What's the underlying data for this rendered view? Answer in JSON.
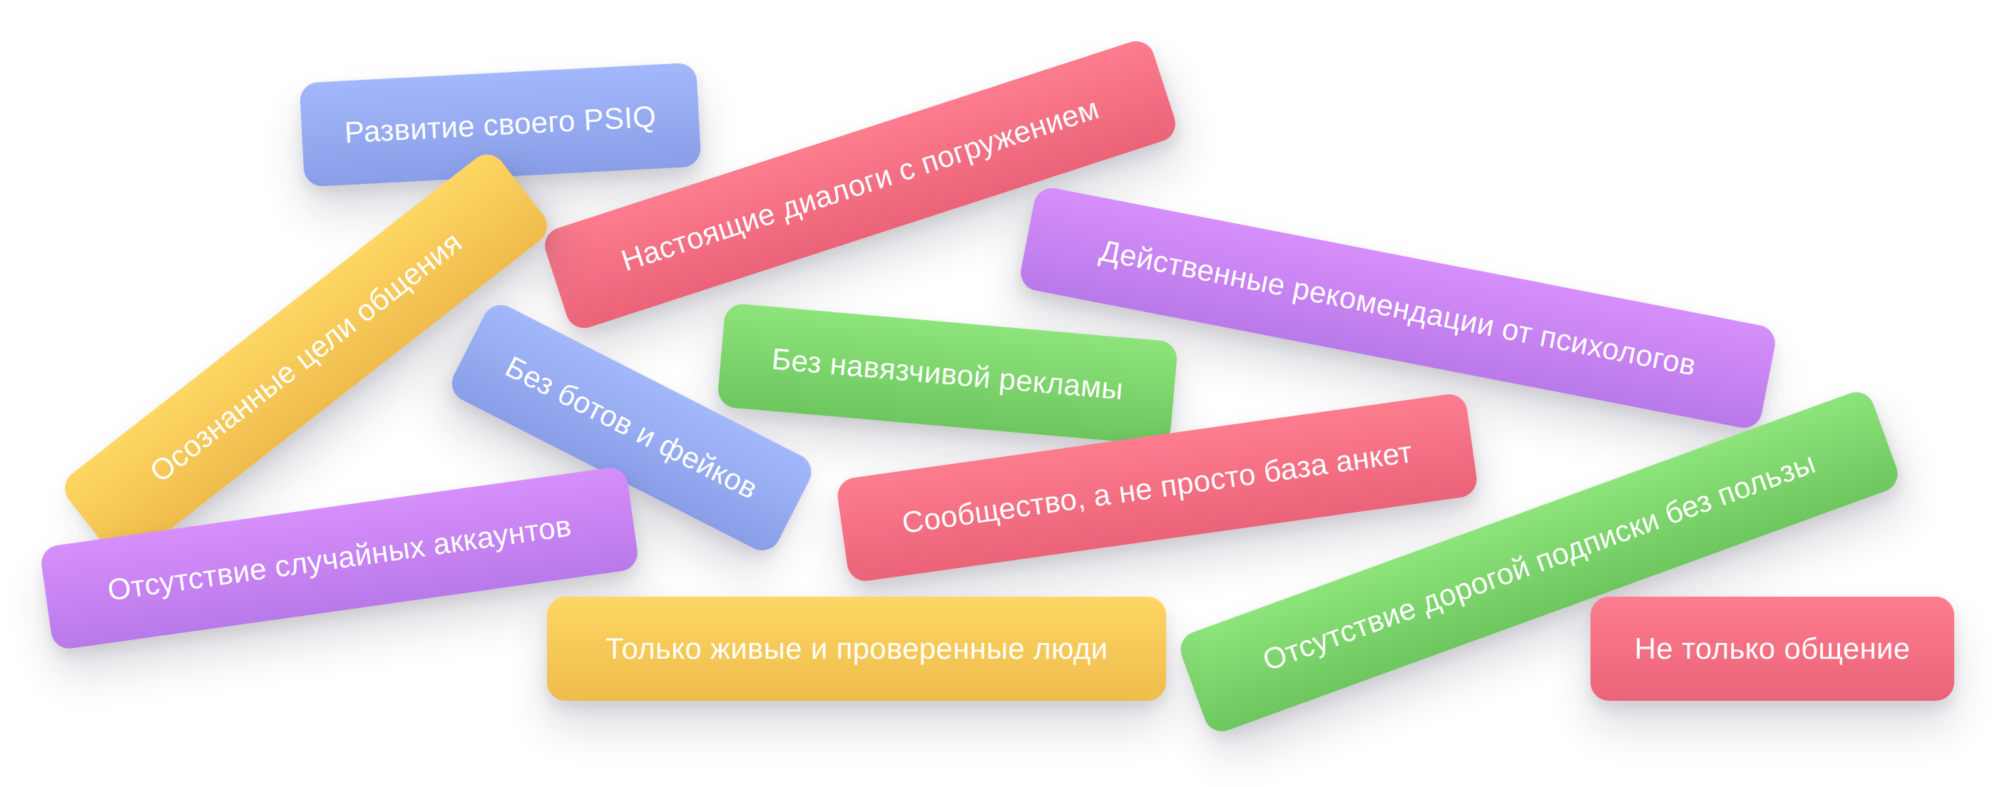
{
  "tags": [
    {
      "label": "Развитие своего PSIQ",
      "color": "blue"
    },
    {
      "label": "Настоящие диалоги с погружением",
      "color": "red"
    },
    {
      "label": "Осознанные цели общения",
      "color": "yellow"
    },
    {
      "label": "Действенные рекомендации от психологов",
      "color": "purple"
    },
    {
      "label": "Без навязчивой рекламы",
      "color": "green"
    },
    {
      "label": "Без ботов и фейков",
      "color": "blue"
    },
    {
      "label": "Сообщество, а не просто база анкет",
      "color": "red"
    },
    {
      "label": "Отсутствие случайных аккаунтов",
      "color": "purple"
    },
    {
      "label": "Отсутствие дорогой подписки без пользы",
      "color": "green"
    },
    {
      "label": "Только живые и проверенные люди",
      "color": "yellow"
    },
    {
      "label": "Не только общение",
      "color": "red"
    }
  ],
  "colors": {
    "blue": "#95aaf2",
    "red": "#f4707f",
    "yellow": "#f6c957",
    "purple": "#c885f2",
    "green": "#7dd56b"
  }
}
